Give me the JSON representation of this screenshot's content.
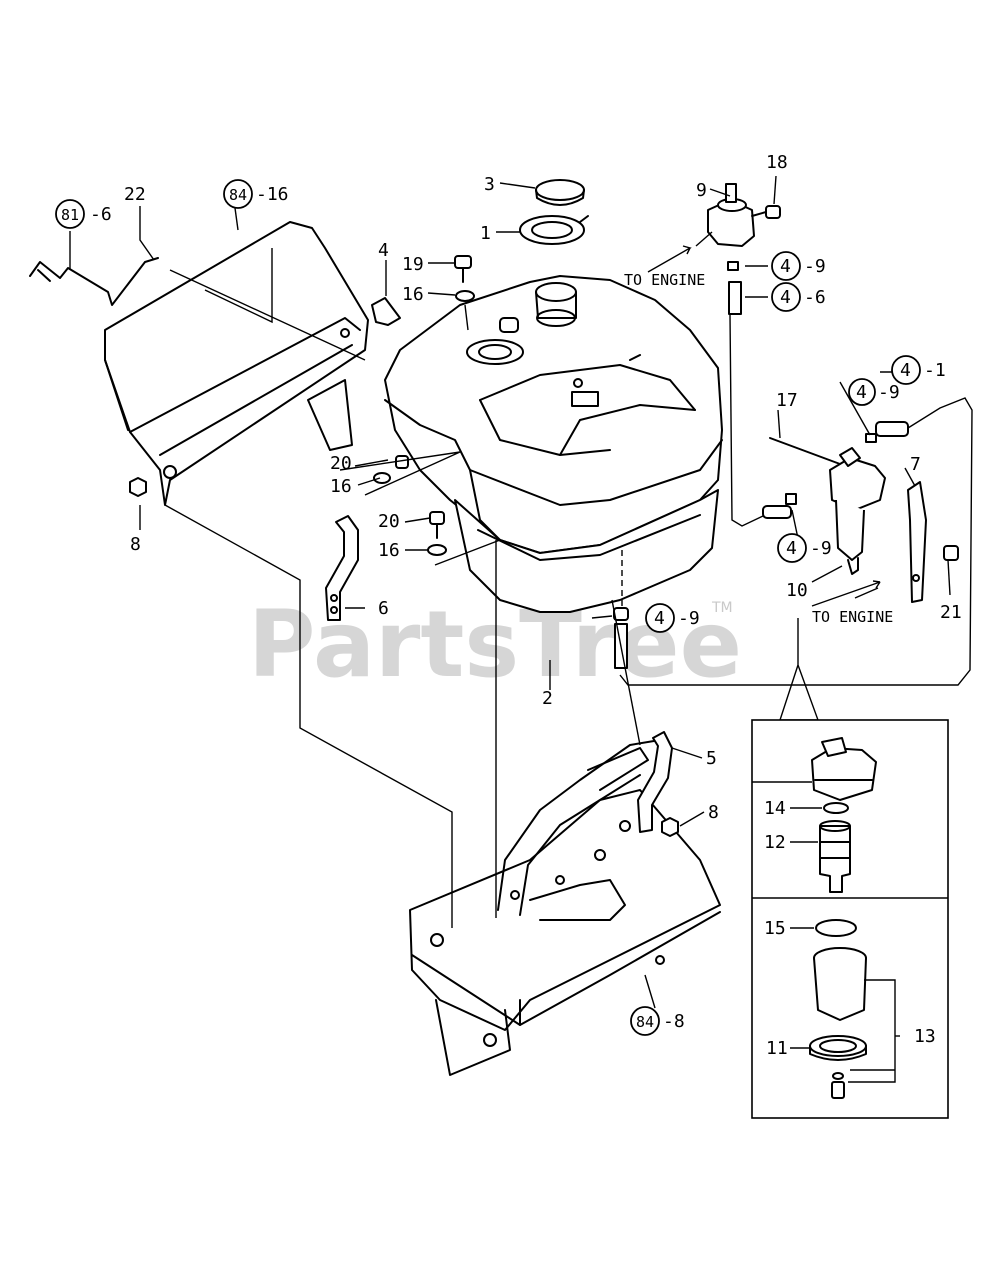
{
  "watermark": "PartsTree",
  "watermark_tm": "TM",
  "labels": {
    "p1": "1",
    "p2": "2",
    "p3": "3",
    "p4": "4",
    "p5": "5",
    "p6": "6",
    "p7": "7",
    "p8a": "8",
    "p8b": "8",
    "p9": "9",
    "p10": "10",
    "p11": "11",
    "p12": "12",
    "p13": "13",
    "p14": "14",
    "p15": "15",
    "p16a": "16",
    "p16b": "16",
    "p16c": "16",
    "p17": "17",
    "p18": "18",
    "p19": "19",
    "p20a": "20",
    "p20b": "20",
    "p21": "21",
    "p22": "22"
  },
  "refs": {
    "r81": {
      "num": "81",
      "suffix": "-6"
    },
    "r84a": {
      "num": "84",
      "suffix": "-16"
    },
    "r84b": {
      "num": "84",
      "suffix": "-8"
    },
    "r4_9a": {
      "num": "4",
      "suffix": "-9"
    },
    "r4_6": {
      "num": "4",
      "suffix": "-6"
    },
    "r4_9b": {
      "num": "4",
      "suffix": "-9"
    },
    "r4_1": {
      "num": "4",
      "suffix": "-1"
    },
    "r4_9c": {
      "num": "4",
      "suffix": "-9"
    },
    "r4_9d": {
      "num": "4",
      "suffix": "-9"
    }
  },
  "notes": {
    "to_engine_a": "TO ENGINE",
    "to_engine_b": "TO ENGINE"
  }
}
